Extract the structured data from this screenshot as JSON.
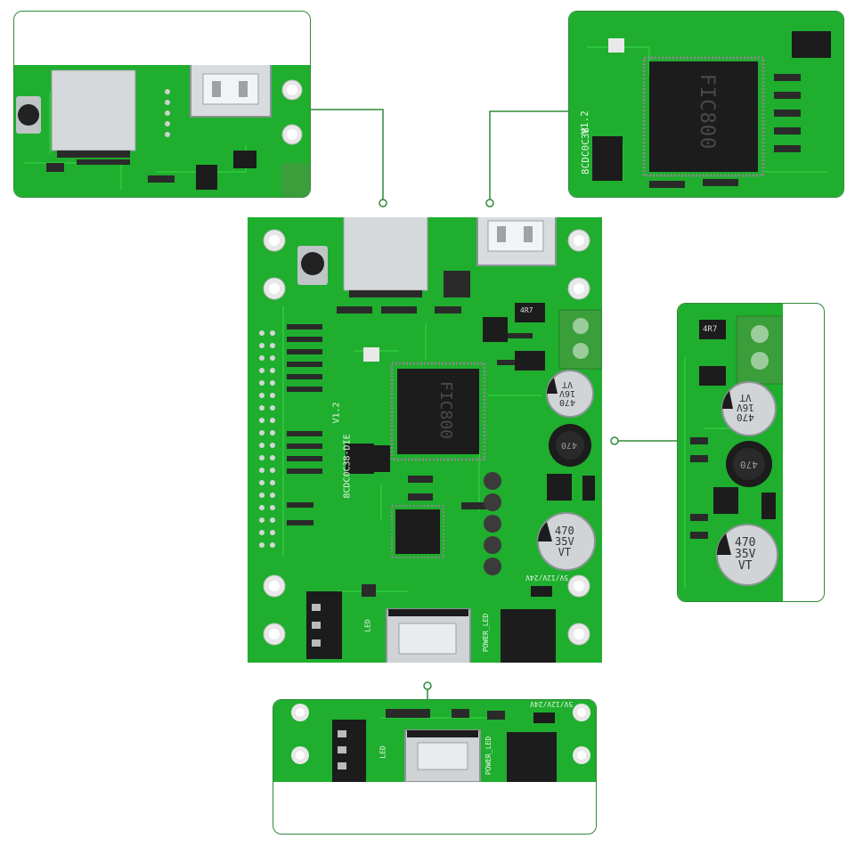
{
  "colors": {
    "pcb": "#1fae2e",
    "pcb_dark": "#168a22",
    "trace": "#2bc43a",
    "frame": "#2f8a3a",
    "chip": "#1c1c1c",
    "silver": "#c9cdd0",
    "terminal": "#3a9e3a"
  },
  "main_board": {
    "chip_label": "FIC800",
    "chip_sub": "",
    "silk_code": "8CDC0C38-DIE",
    "version": "V1.2",
    "cap1": [
      "470",
      "16V",
      "VT"
    ],
    "cap2": [
      "470",
      "35V",
      "VT"
    ],
    "inductor": "470",
    "resistor": "4R7",
    "dip_label": "POWER_LED",
    "rgb_label": "LED",
    "power_label": "5V/12V/24V"
  },
  "inset_tr": {
    "chip_label": "FIC800",
    "silk_code": "8CDC0C38",
    "version": "V1.2"
  },
  "inset_right": {
    "cap1": [
      "470",
      "16V",
      "VT"
    ],
    "cap2": [
      "470",
      "35V",
      "VT"
    ],
    "inductor": "470",
    "resistor": "4R7"
  },
  "inset_bottom": {
    "dip_label": "POWER_LED",
    "rgb_label": "LED",
    "power_label": "5V/12V/24V"
  }
}
